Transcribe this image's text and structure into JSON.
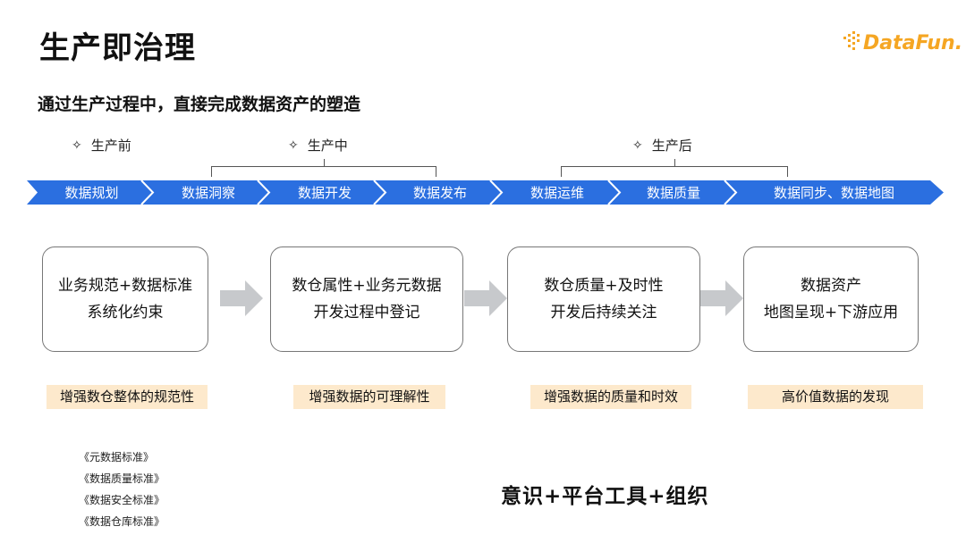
{
  "title": "生产即治理",
  "logo": {
    "text": "DataFun."
  },
  "subtitle": "通过生产过程中，直接完成数据资产的塑造",
  "phases": [
    "生产前",
    "生产中",
    "生产后"
  ],
  "phase_icon": "diamond-icon",
  "flow_steps": [
    "数据规划",
    "数据洞察",
    "数据开发",
    "数据发布",
    "数据运维",
    "数据质量",
    "数据同步、数据地图"
  ],
  "boxes": [
    {
      "line1": "业务规范+数据标准",
      "line2": "系统化约束"
    },
    {
      "line1": "数仓属性+业务元数据",
      "line2": "开发过程中登记"
    },
    {
      "line1": "数仓质量+及时性",
      "line2": "开发后持续关注"
    },
    {
      "line1": "数据资产",
      "line2": "地图呈现+下游应用"
    }
  ],
  "tags": [
    "增强数仓整体的规范性",
    "增强数据的可理解性",
    "增强数据的质量和时效",
    "高价值数据的发现"
  ],
  "standards": [
    "《元数据标准》",
    "《数据质量标准》",
    "《数据安全标准》",
    "《数据仓库标准》"
  ],
  "summary": "意识+平台工具+组织",
  "colors": {
    "flow": "#2b6fe0",
    "tag_bg": "#fde9cc",
    "logo": "#f5a623",
    "arrow": "#c7c9cc"
  }
}
